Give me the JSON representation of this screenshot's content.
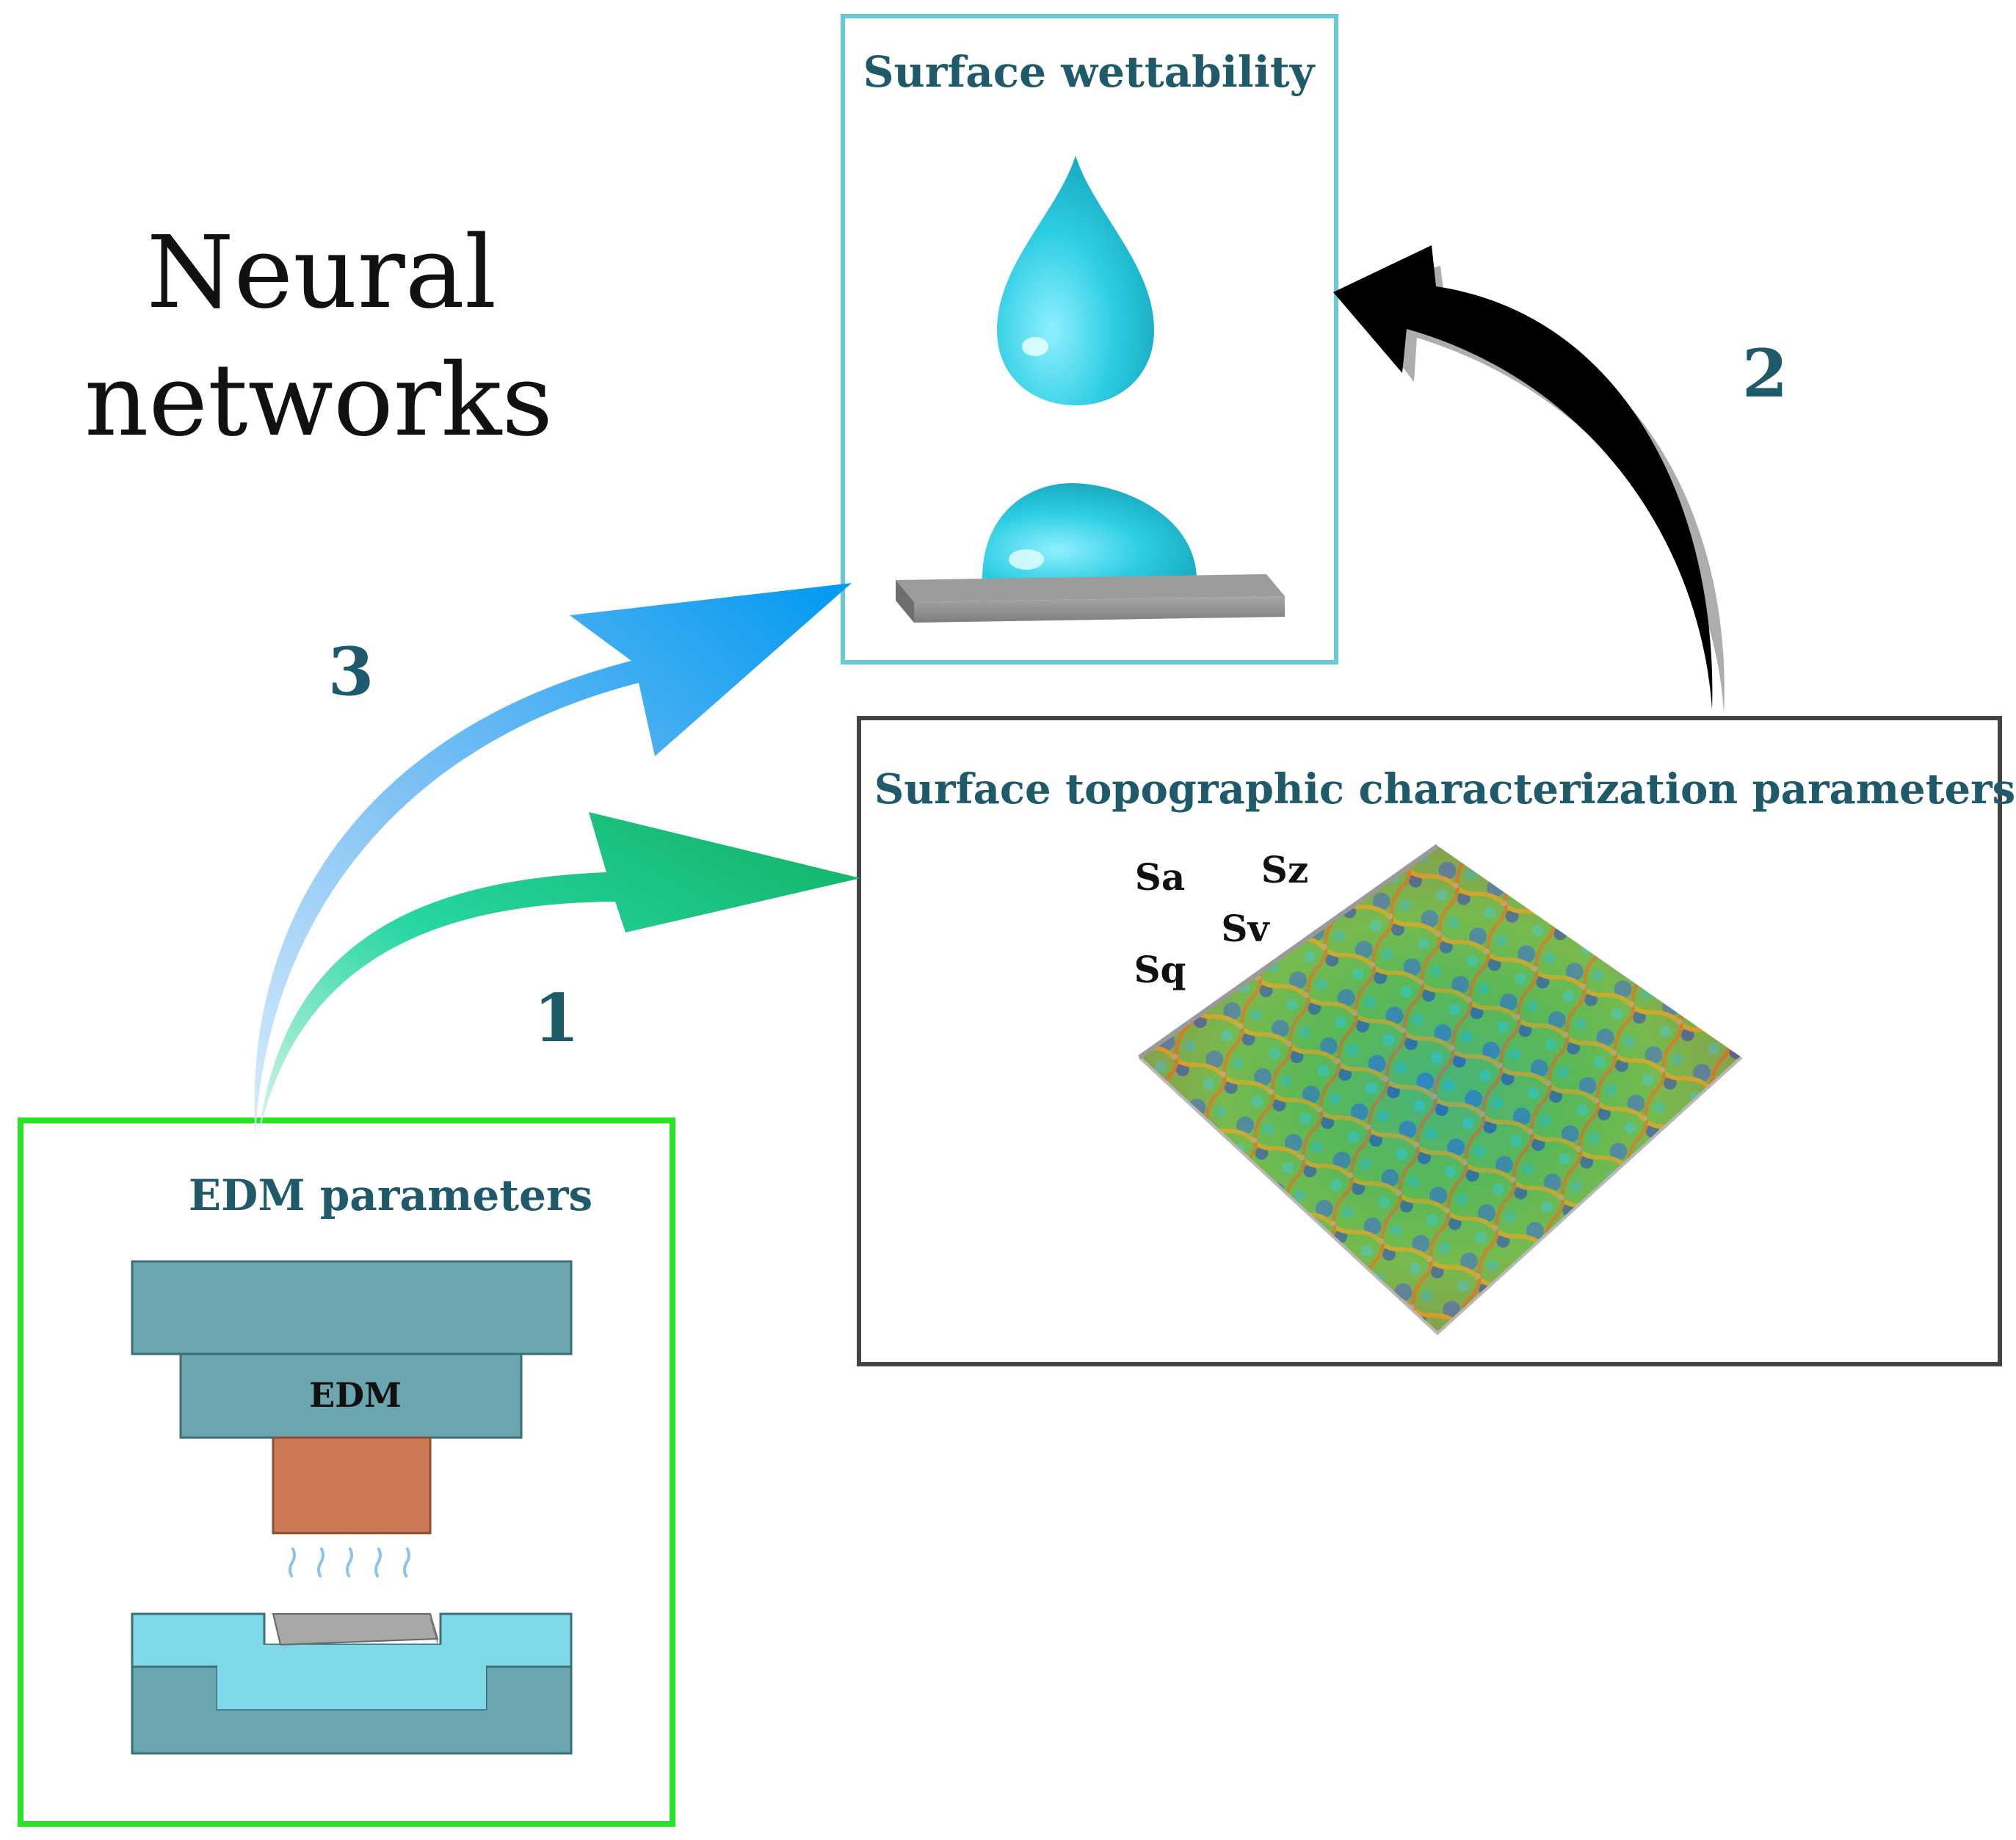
{
  "main_title": {
    "line1": "Neural",
    "line2": "networks"
  },
  "boxes": {
    "wettability": {
      "title": "Surface wettability"
    },
    "topography": {
      "title": "Surface topographic characterization parameters"
    },
    "edm": {
      "title": "EDM parameters",
      "machine_label": "EDM"
    }
  },
  "parameters": [
    "Sa",
    "Sz",
    "Sv",
    "Sq"
  ],
  "arrows": {
    "edm_to_topography": {
      "label": "1",
      "color": "#1cc97a"
    },
    "topography_to_wettability": {
      "label": "2",
      "color": "#000000"
    },
    "edm_to_wettability": {
      "label": "3",
      "color": "#1aa3f2"
    }
  },
  "colors": {
    "teal_text": "#1f5a6a",
    "wettability_border": "#66c9d6",
    "topography_border": "#444444",
    "edm_border": "#2be02b",
    "machine": "#6aa5b0",
    "electrode": "#cc7a55",
    "dielectric": "#7fd8e8",
    "droplet": "#27c6dc"
  }
}
